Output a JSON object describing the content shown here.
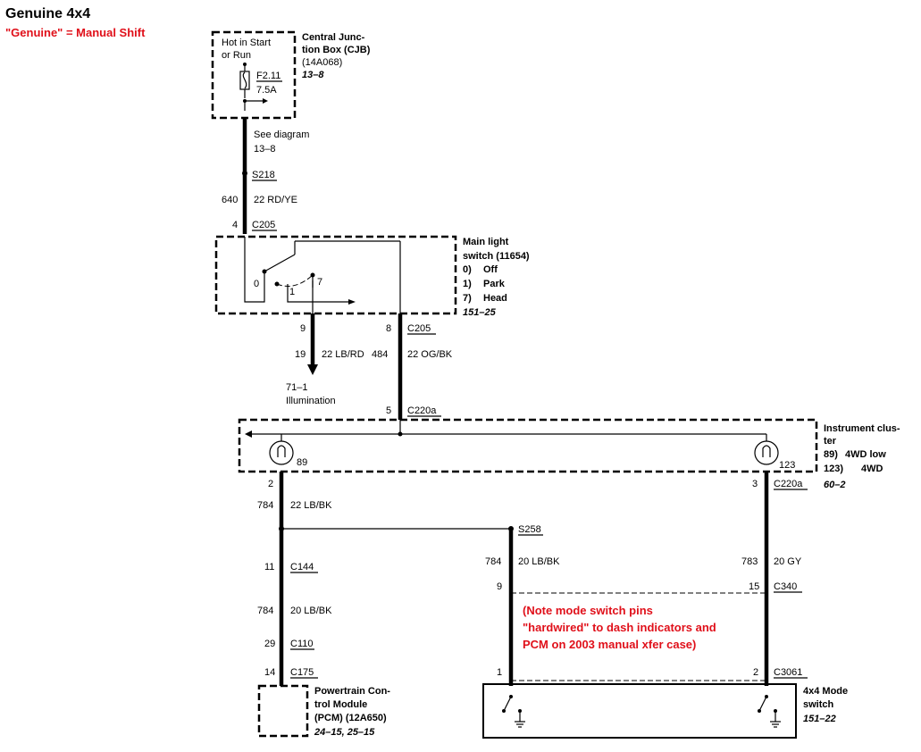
{
  "header": {
    "title": "Genuine 4x4",
    "subtitle": "\"Genuine\" = Manual Shift"
  },
  "cjb": {
    "hot_line1": "Hot in Start",
    "hot_line2": "or Run",
    "fuse_id": "F2.11",
    "fuse_rating": "7.5A",
    "name_line1": "Central Junc-",
    "name_line2": "tion Box (CJB)",
    "part": "(14A068)",
    "ref": "13–8"
  },
  "see_diagram": {
    "line1": "See diagram",
    "line2": "13–8"
  },
  "wires": {
    "w640": {
      "circuit": "640",
      "spec": "22 RD/YE"
    },
    "w19": {
      "circuit": "19",
      "spec": "22 LB/RD"
    },
    "w484": {
      "circuit": "484",
      "spec": "22 OG/BK"
    },
    "w784a": {
      "circuit": "784",
      "spec": "22 LB/BK"
    },
    "w784b": {
      "circuit": "784",
      "spec": "20 LB/BK"
    },
    "w784c": {
      "circuit": "784",
      "spec": "20 LB/BK"
    },
    "w783": {
      "circuit": "783",
      "spec": "20 GY"
    }
  },
  "splices": {
    "s218": "S218",
    "s258": "S258"
  },
  "connectors": {
    "c205_top": {
      "pin": "4",
      "name": "C205"
    },
    "c205_pin9": "9",
    "c205_pin8": {
      "pin": "8",
      "name": "C205"
    },
    "c220a_top": {
      "pin": "5",
      "name": "C220a"
    },
    "c220a_left_pin": "2",
    "c220a_right": {
      "pin": "3",
      "name": "C220a"
    },
    "c144": {
      "pin": "11",
      "name": "C144"
    },
    "c110": {
      "pin": "29",
      "name": "C110"
    },
    "c175": {
      "pin": "14",
      "name": "C175"
    },
    "c340": {
      "pin_left": "9",
      "pin_right": "15",
      "name": "C340"
    },
    "c3061": {
      "pin_left": "1",
      "pin_right": "2",
      "name": "C3061"
    }
  },
  "main_light_switch": {
    "name_line1": "Main light",
    "name_line2": "switch (11654)",
    "pos0": "0)",
    "pos0_label": "Off",
    "pos1": "1)",
    "pos1_label": "Park",
    "pos7": "7)",
    "pos7_label": "Head",
    "ref": "151–25",
    "contact0": "0",
    "contact1": "1",
    "contact7": "7"
  },
  "illumination": {
    "ref": "71–1",
    "label": "Illumination"
  },
  "instrument_cluster": {
    "name_line1": "Instrument clus-",
    "name_line2": "ter",
    "item89": "89)",
    "item89_label": "4WD low",
    "item123": "123)",
    "item123_label": "4WD",
    "ref": "60–2",
    "bulb_left": "89",
    "bulb_right": "123"
  },
  "pcm": {
    "line1": "Powertrain Con-",
    "line2": "trol Module",
    "line3": "(PCM) (12A650)",
    "ref": "24–15, 25–15"
  },
  "mode_switch": {
    "line1": "4x4 Mode",
    "line2": "switch",
    "ref": "151–22"
  },
  "note": {
    "line1": "(Note mode switch pins",
    "line2": "\"hardwired\" to dash indicators and",
    "line3": "PCM on 2003 manual xfer case)"
  }
}
